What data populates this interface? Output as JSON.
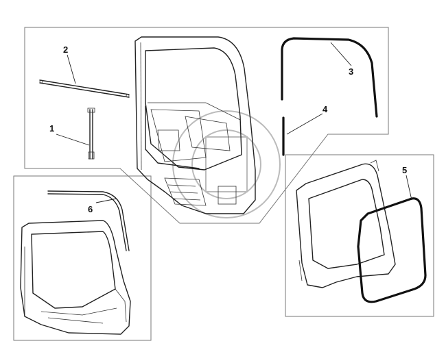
{
  "callouts": [
    {
      "id": "1",
      "label": "1"
    },
    {
      "id": "2",
      "label": "2"
    },
    {
      "id": "3",
      "label": "3"
    },
    {
      "id": "4",
      "label": "4"
    },
    {
      "id": "5",
      "label": "5"
    },
    {
      "id": "6",
      "label": "6"
    }
  ],
  "colors": {
    "line": "#222222",
    "frame": "#777777",
    "watermark": "#bbbbbb"
  }
}
